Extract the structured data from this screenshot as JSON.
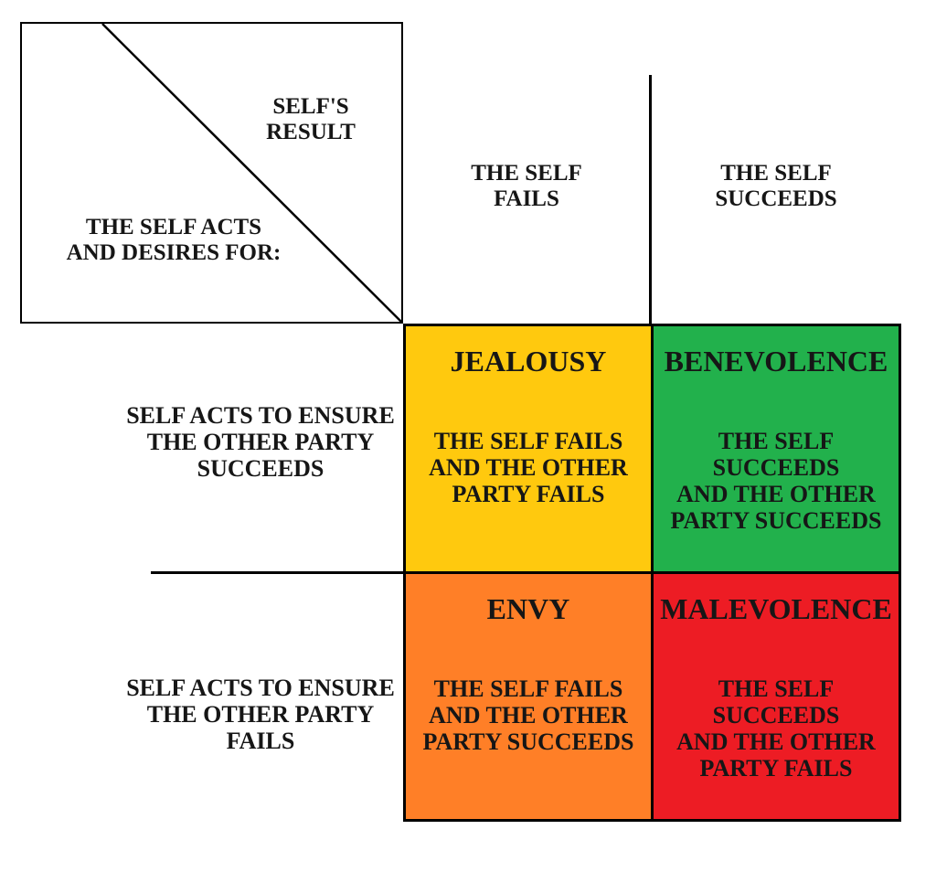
{
  "figure": {
    "type": "2x2-matrix",
    "line_color": "#000000",
    "text_color": "#161616",
    "corner": {
      "column_axis_title": "SELF'S\nRESULT",
      "row_axis_title": "THE SELF ACTS\nAND DESIRES FOR:"
    },
    "columns": [
      {
        "label": "THE SELF\nFAILS"
      },
      {
        "label": "THE SELF\nSUCCEEDS"
      }
    ],
    "rows": [
      {
        "label": "SELF ACTS TO ENSURE\nTHE OTHER PARTY\nSUCCEEDS"
      },
      {
        "label": "SELF ACTS TO ENSURE\nTHE OTHER PARTY\nFAILS"
      }
    ],
    "cells": [
      {
        "title": "JEALOUSY",
        "description": "THE SELF FAILS\nAND THE OTHER\nPARTY FAILS",
        "color": "#FFC90E"
      },
      {
        "title": "BENEVOLENCE",
        "description": "THE SELF SUCCEEDS\nAND THE OTHER\nPARTY SUCCEEDS",
        "color": "#22B14C"
      },
      {
        "title": "ENVY",
        "description": "THE SELF FAILS\nAND THE OTHER\nPARTY SUCCEEDS",
        "color": "#FF7F27"
      },
      {
        "title": "MALEVOLENCE",
        "description": "THE SELF SUCCEEDS\nAND THE OTHER\nPARTY FAILS",
        "color": "#ED1C24"
      }
    ]
  }
}
